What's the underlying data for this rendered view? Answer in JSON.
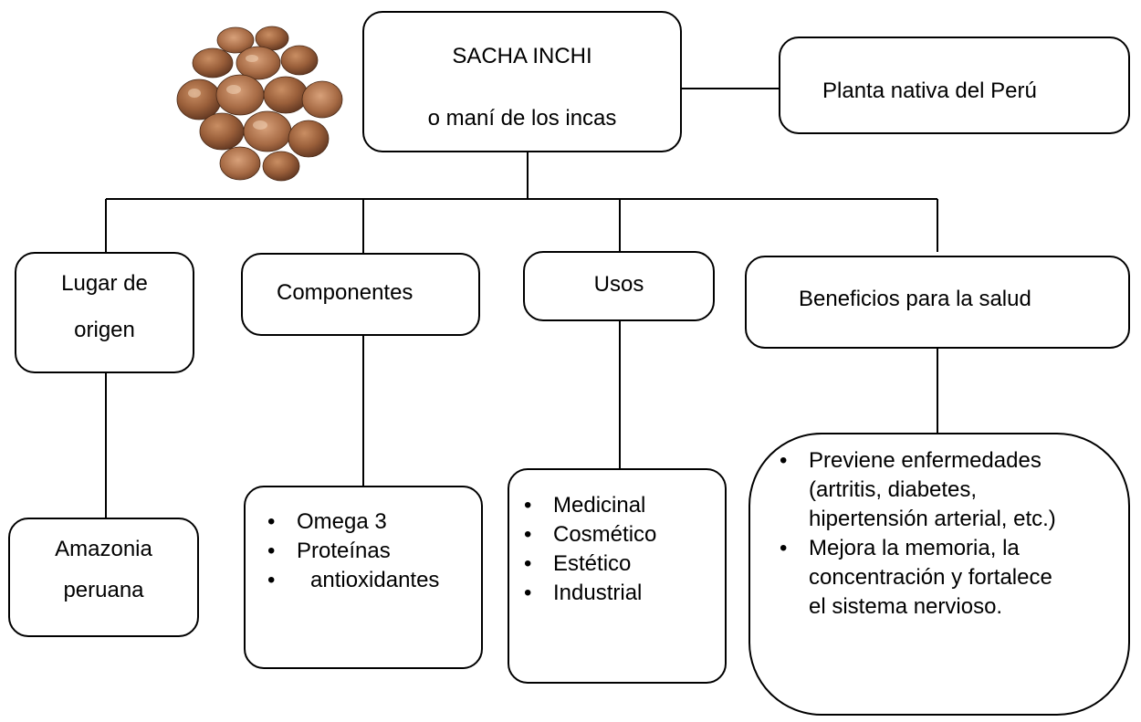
{
  "root": {
    "title": "SACHA INCHI",
    "subtitle": "o maní de los incas"
  },
  "side": {
    "label": "Planta nativa del Perú"
  },
  "branches": [
    {
      "label_lines": [
        "Lugar de",
        "origen"
      ],
      "detail_lines": [
        "Amazonia",
        "peruana"
      ]
    },
    {
      "label": "Componentes",
      "items": [
        "Omega 3",
        "Proteínas",
        "antioxidantes"
      ]
    },
    {
      "label": "Usos",
      "items": [
        "Medicinal",
        "Cosmético",
        "Estético",
        "Industrial"
      ]
    },
    {
      "label": "Beneficios para la salud",
      "items": [
        [
          "Previene enfermedades",
          "(artritis, diabetes,",
          "hipertensión arterial, etc.)"
        ],
        [
          "Mejora la memoria, la",
          "concentración y fortalece",
          "el sistema nervioso."
        ]
      ]
    }
  ],
  "image": {
    "subject": "sacha-inchi-seeds"
  }
}
